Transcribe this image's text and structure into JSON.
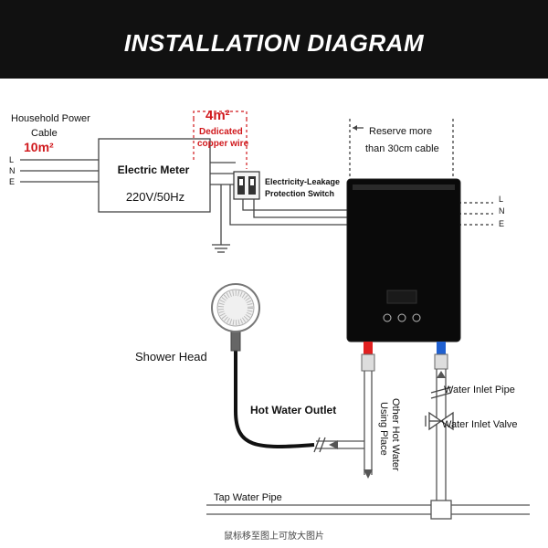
{
  "title": "INSTALLATION DIAGRAM",
  "power": {
    "household_label_1": "Household Power",
    "household_label_2": "Cable",
    "household_size": "10m²",
    "line_l": "L",
    "line_n": "N",
    "line_e": "E"
  },
  "meter": {
    "label": "Electric Meter",
    "rating": "220V/50Hz"
  },
  "dedicated": {
    "size": "4m²",
    "line1": "Dedicated",
    "line2": "copper wire"
  },
  "switch": {
    "line1": "Electricity-Leakage",
    "line2": "Protection Switch"
  },
  "reserve": {
    "line1": "Reserve more",
    "line2": "than 30cm cable"
  },
  "heater_side": {
    "l": "L",
    "n": "N",
    "e": "E"
  },
  "shower_head": "Shower Head",
  "hot_outlet": "Hot Water Outlet",
  "other_hot_1": "Other Hot Water",
  "other_hot_2": "Using Place",
  "water_inlet_pipe": "Water Inlet Pipe",
  "water_inlet_valve": "Water Inlet Valve",
  "tap_pipe": "Tap Water Pipe",
  "caption": "鼠标移至图上可放大图片",
  "colors": {
    "banner": "#111111",
    "accent_red": "#d0181c",
    "hot_pipe": "#e02020",
    "cold_pipe": "#2060d0",
    "heater_body": "#0a0a0a"
  }
}
